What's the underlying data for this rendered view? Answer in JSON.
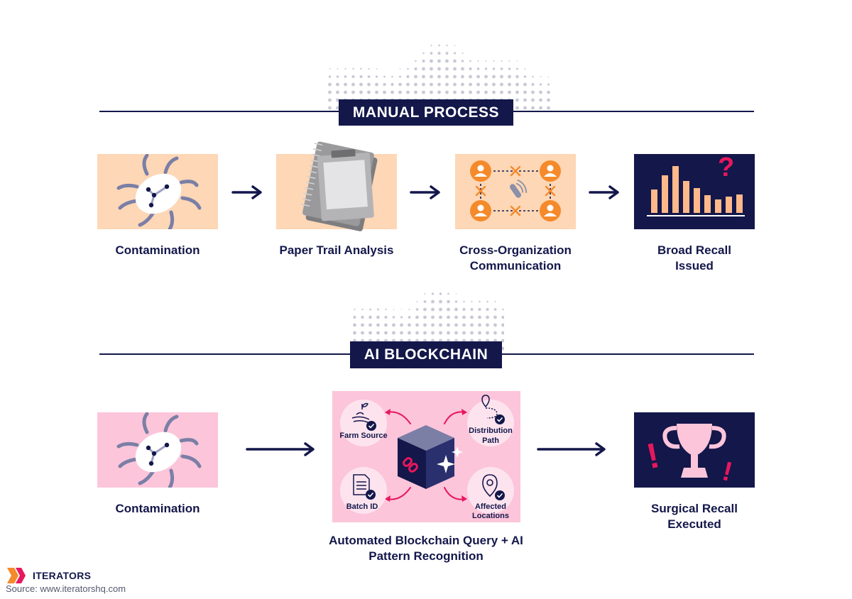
{
  "manual": {
    "title": "MANUAL PROCESS",
    "steps": [
      {
        "label": "Contamination",
        "icon": "bacteria-icon"
      },
      {
        "label": "Paper Trail Analysis",
        "icon": "clipboard-icon"
      },
      {
        "label": "Cross-Organization Communication",
        "icon": "people-network-icon"
      },
      {
        "label": "Broad Recall Issued",
        "icon": "bar-chart-question-icon"
      }
    ]
  },
  "ai": {
    "title": "AI BLOCKCHAIN",
    "steps": [
      {
        "label": "Contamination",
        "icon": "bacteria-icon"
      },
      {
        "label": "Automated Blockchain Query + AI Pattern Recognition",
        "icon": "blockchain-cube-icon"
      },
      {
        "label": "Surgical Recall Executed",
        "icon": "trophy-icon"
      }
    ],
    "nodes": {
      "farm": "Farm Source",
      "distribution_1": "Distribution",
      "distribution_2": "Path",
      "batch": "Batch ID",
      "affected_1": "Affected",
      "affected_2": "Locations"
    }
  },
  "footer": {
    "brand": "ITERATORS",
    "source": "Source: www.iteratorshq.com"
  },
  "colors": {
    "navy": "#13174a",
    "peach": "#fdd7b6",
    "pink": "#fcc5da",
    "orange": "#f58a2b",
    "magenta": "#e8175d",
    "grey_blue": "#7b7fa6"
  }
}
